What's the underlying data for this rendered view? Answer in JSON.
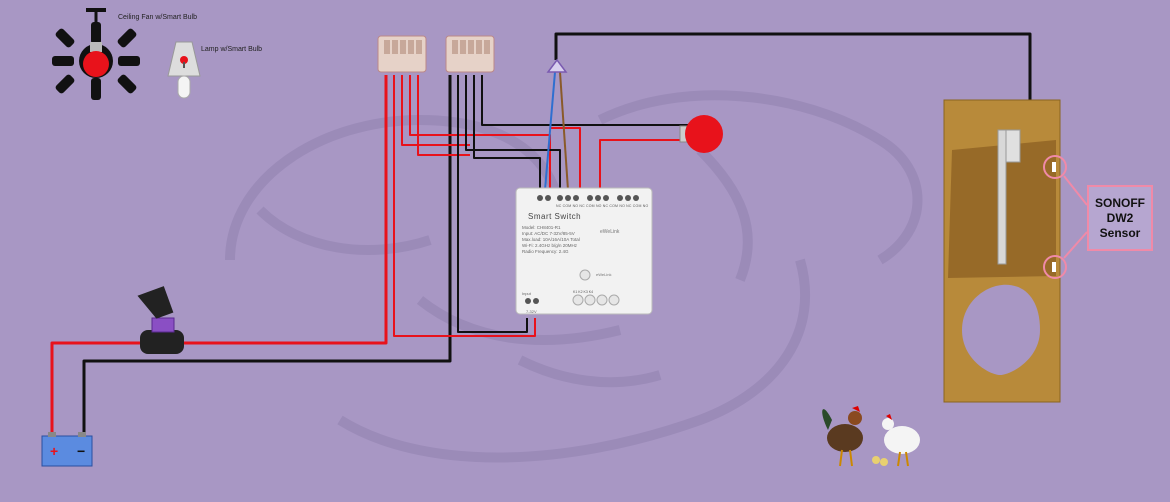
{
  "labels": {
    "ceiling_fan": "Ceiling Fan w/Smart Bulb",
    "lamp": "Lamp w/Smart Bulb",
    "sensor_line1": "SONOFF",
    "sensor_line2": "DW2",
    "sensor_line3": "Sensor"
  },
  "switch": {
    "title": "Smart Switch",
    "model": "Model: CH8401-R1",
    "input": "Input: AC/DC 7-32V/85-5V",
    "max_load": "Max.load: 10A/16A/10A Total",
    "wifi": "Wi-Fi: 2.4GHz b/g/n 20MHz",
    "radio": "Radio Frequency: 2.4G",
    "brand": "eWeLink",
    "app": "eWeLink",
    "dc_label": "Input",
    "voltage": "7-32V",
    "port_labels": "NC COM NO   NC COM NO   NC COM NO   NC COM NO",
    "key_labels": "K1   K2   K3   K4"
  },
  "battery": {
    "positive": "+",
    "negative": "−"
  },
  "colors": {
    "background": "#a897c4",
    "wire_red": "#e8121b",
    "wire_black": "#111111",
    "wire_blue": "#2f6fd0",
    "wire_brown": "#8a5a2a",
    "bulb": "#e8121b",
    "door_wood": "#b88a3a",
    "sensor_highlight": "#f08aa8",
    "battery": "#5b8be0"
  },
  "icons": {
    "fan": "ceiling-fan-icon",
    "lamp": "lamp-icon",
    "bulb": "light-bulb-icon",
    "fuse": "inline-fuse-holder-icon",
    "battery": "battery-icon",
    "connectors": "lever-wire-connector-icon",
    "chickens": "chickens-illustration"
  }
}
